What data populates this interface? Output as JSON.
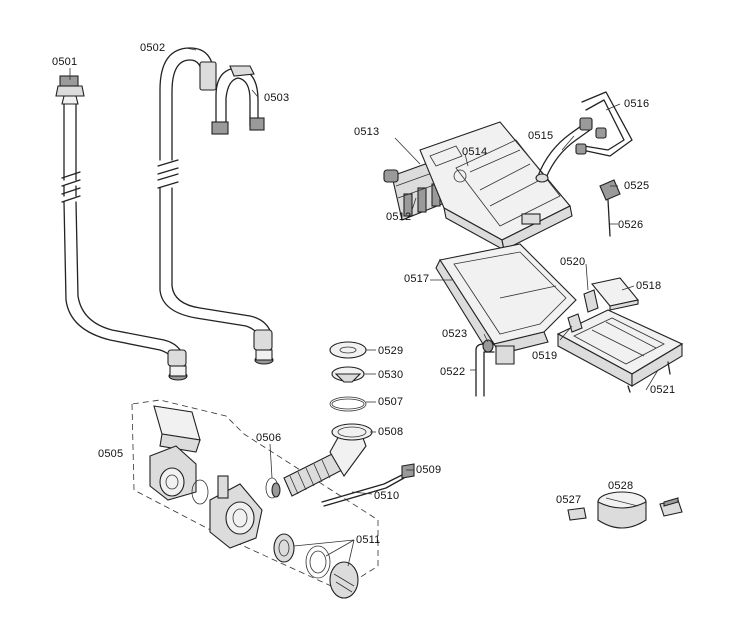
{
  "labels": {
    "p0501": "0501",
    "p0502": "0502",
    "p0503": "0503",
    "p0505": "0505",
    "p0506": "0506",
    "p0507": "0507",
    "p0508": "0508",
    "p0509": "0509",
    "p0510": "0510",
    "p0511": "0511",
    "p0512": "0512",
    "p0513": "0513",
    "p0514": "0514",
    "p0515": "0515",
    "p0516": "0516",
    "p0517": "0517",
    "p0518": "0518",
    "p0519": "0519",
    "p0520": "0520",
    "p0521": "0521",
    "p0522": "0522",
    "p0523": "0523",
    "p0525": "0525",
    "p0526": "0526",
    "p0527": "0527",
    "p0528": "0528",
    "p0529": "0529",
    "p0530": "0530"
  }
}
